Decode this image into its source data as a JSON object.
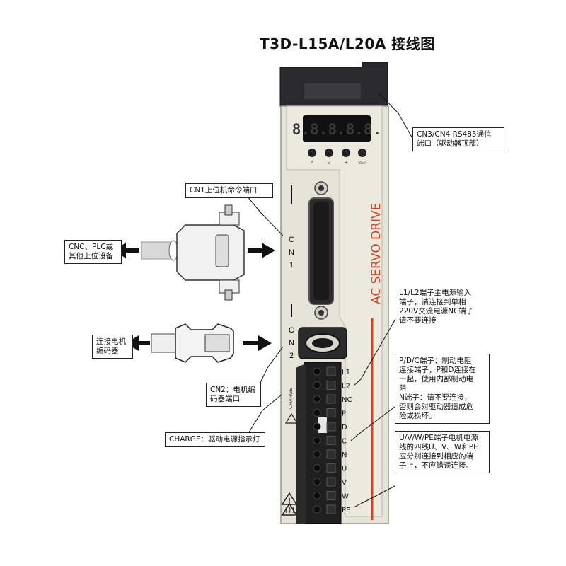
{
  "title": "T3D-L15A/L20A 接线图",
  "display_digits": "8.8.8.8.8.",
  "keys": [
    "Λ",
    "V",
    "◄",
    "SET"
  ],
  "drive_brand": "AC SERVO  DRIVE",
  "cn1_label": [
    "C",
    "N",
    "1"
  ],
  "cn2_label": [
    "C",
    "N",
    "2"
  ],
  "charge_label": "CHARGE",
  "terminals": [
    "L1",
    "L2",
    "NC",
    "P",
    "D",
    "C",
    "N",
    "U",
    "V",
    "W",
    "PE"
  ],
  "callouts": {
    "cn34": "CN3/CN4 RS485通信\n端口（驱动器顶部）",
    "cn1": "CN1上位机命令端口",
    "cnc_plc": "CNC、PLC或\n其他上位设备",
    "motor_encoder": "连接电机\n编码器",
    "cn2": "CN2：电机编\n码器端口",
    "charge": "CHARGE：驱动电源指示灯",
    "power": "L1/L2端子主电源输入\n端子，请连接到单相\n220V交流电源NC端子\n请不要连接",
    "brake": "P/D/C端子：制动电阻\n连接端子，P和D连接在\n一起，使用内部制动电\n阻\nN端子：请不要连接，\n否则会对驱动器造成危\n险或损坏。",
    "motor": "U/V/W/PE端子电机电源\n线的四线U、V、W和PE\n应分别连接到相应的端\n子上，不应错误连接。"
  },
  "colors": {
    "accent": "#d9401c",
    "body": "#e6e3d8",
    "dark": "#1c1c1c"
  }
}
